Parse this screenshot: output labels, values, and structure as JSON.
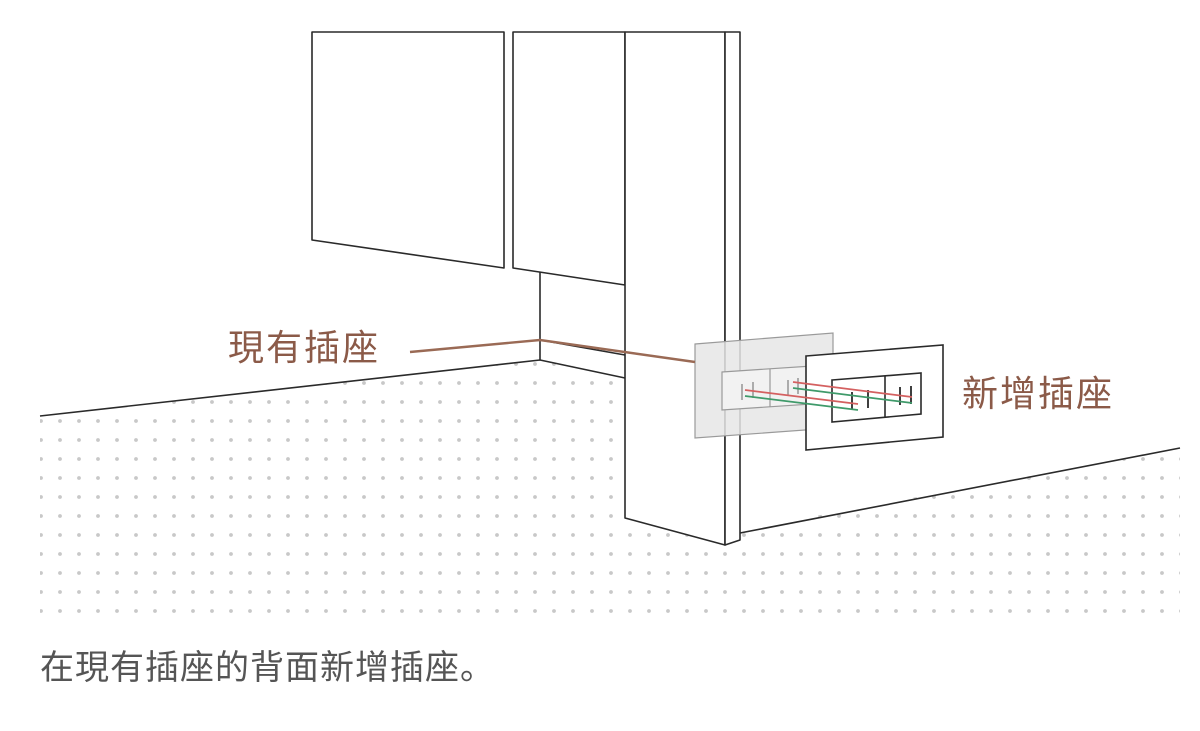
{
  "labels": {
    "existing_outlet": "現有插座",
    "new_outlet": "新增插座"
  },
  "caption": "在現有插座的背面新增插座。",
  "colors": {
    "label": "#8b5a48",
    "leader": "#9a6a55",
    "line": "#2a2a2a",
    "dots": "#c8c8c8",
    "panel_fill": "#e6e6e6",
    "wire_red": "#d46060",
    "wire_green": "#3f9a6a",
    "caption": "#555555"
  }
}
